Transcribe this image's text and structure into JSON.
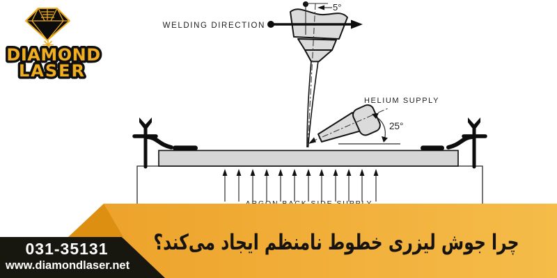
{
  "logo": {
    "line1": "DIAMOND",
    "line2": "LASER"
  },
  "diagram": {
    "welding_direction_label": "WELDING DIRECTION",
    "torch_angle_label": "5°",
    "helium_supply_label": "HELIUM SUPPLY",
    "helium_angle_label": "25°",
    "argon_label": "ARGON BACK SIDE SUPPLY"
  },
  "banner": {
    "headline": "چرا جوش لیزری خطوط نامنظم ایجاد می‌کند؟"
  },
  "contact": {
    "phone": "031-35131",
    "website": "www.diamondlaser.net"
  },
  "colors": {
    "brand_gold": "#EFAD1F",
    "banner_yellow_left": "#EDA32B",
    "banner_yellow_right": "#F5BC49",
    "banner_fold": "#DC8F10",
    "banner_black": "#17160F"
  }
}
